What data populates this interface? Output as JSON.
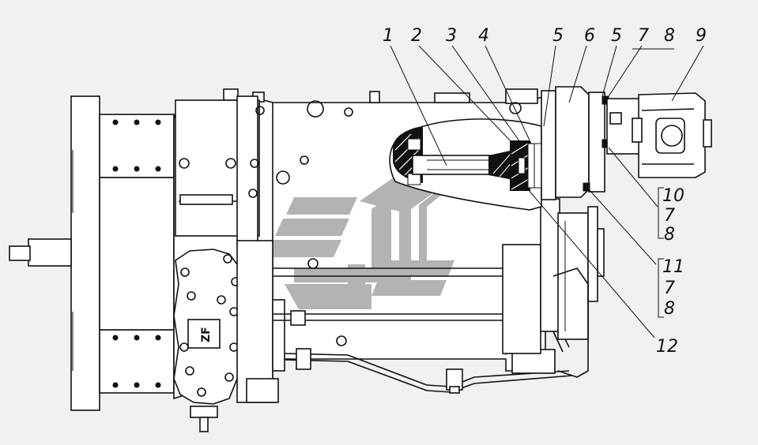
{
  "callouts": {
    "c1": "1",
    "c2": "2",
    "c3": "3",
    "c4": "4",
    "c5a": "5",
    "c6": "6",
    "c5b": "5",
    "c7a": "7",
    "c8a": "8",
    "c9": "9",
    "c10": "10",
    "c7b": "7",
    "c8b": "8",
    "c11": "11",
    "c7c": "7",
    "c8c": "8",
    "c12": "12"
  },
  "logo_text": "ZF",
  "colors": {
    "line": "#111111",
    "background": "#f1f1ef",
    "watermark": "#9a9a9a"
  },
  "watermark": "gear-logo-watermark"
}
